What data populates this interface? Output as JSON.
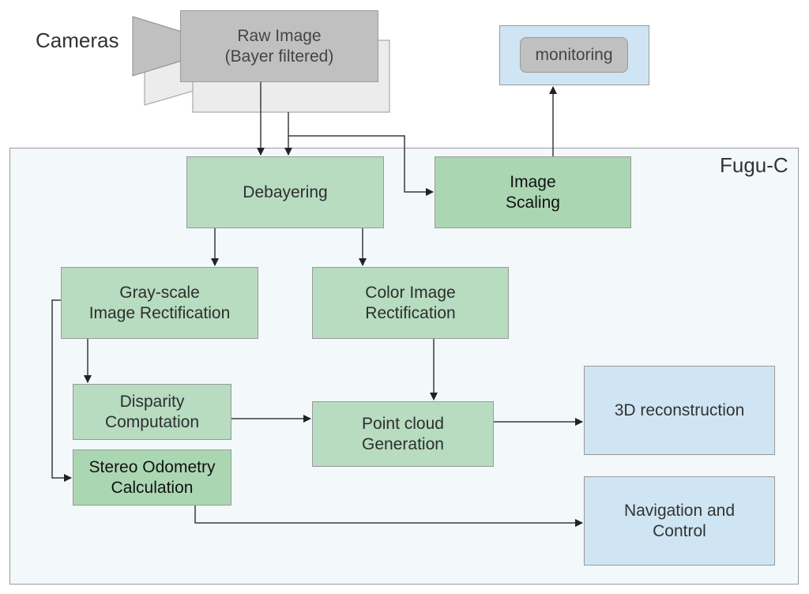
{
  "diagram": {
    "cameras_label": "Cameras",
    "container_label": "Fugu-C",
    "external": {
      "raw_image": "Raw Image\n(Bayer filtered)",
      "monitoring_outer": "",
      "monitoring": "monitoring"
    },
    "nodes": {
      "debayering": "Debayering",
      "image_scaling": "Image\nScaling",
      "grayscale_rectification": "Gray-scale\nImage Rectification",
      "color_rectification": "Color Image\nRectification",
      "disparity": "Disparity\nComputation",
      "stereo_odometry": "Stereo Odometry\nCalculation",
      "point_cloud": "Point cloud\nGeneration",
      "reconstruction_3d": "3D reconstruction",
      "navigation": "Navigation and\nControl"
    },
    "edges": [
      {
        "from": "raw_image",
        "to": "debayering"
      },
      {
        "from": "raw_image",
        "to": "debayering"
      },
      {
        "from": "raw_image",
        "to": "image_scaling"
      },
      {
        "from": "image_scaling",
        "to": "monitoring"
      },
      {
        "from": "debayering",
        "to": "grayscale_rectification"
      },
      {
        "from": "debayering",
        "to": "color_rectification"
      },
      {
        "from": "grayscale_rectification",
        "to": "disparity"
      },
      {
        "from": "grayscale_rectification",
        "to": "stereo_odometry"
      },
      {
        "from": "color_rectification",
        "to": "point_cloud"
      },
      {
        "from": "disparity",
        "to": "point_cloud"
      },
      {
        "from": "point_cloud",
        "to": "reconstruction_3d"
      },
      {
        "from": "stereo_odometry",
        "to": "navigation"
      }
    ],
    "colors": {
      "process_green": "#b7dcc0",
      "highlight_green": "#abd6b2",
      "output_blue": "#cfe5f3",
      "camera_gray": "#c0c0c0",
      "container_bg": "#f3f8fb"
    }
  }
}
